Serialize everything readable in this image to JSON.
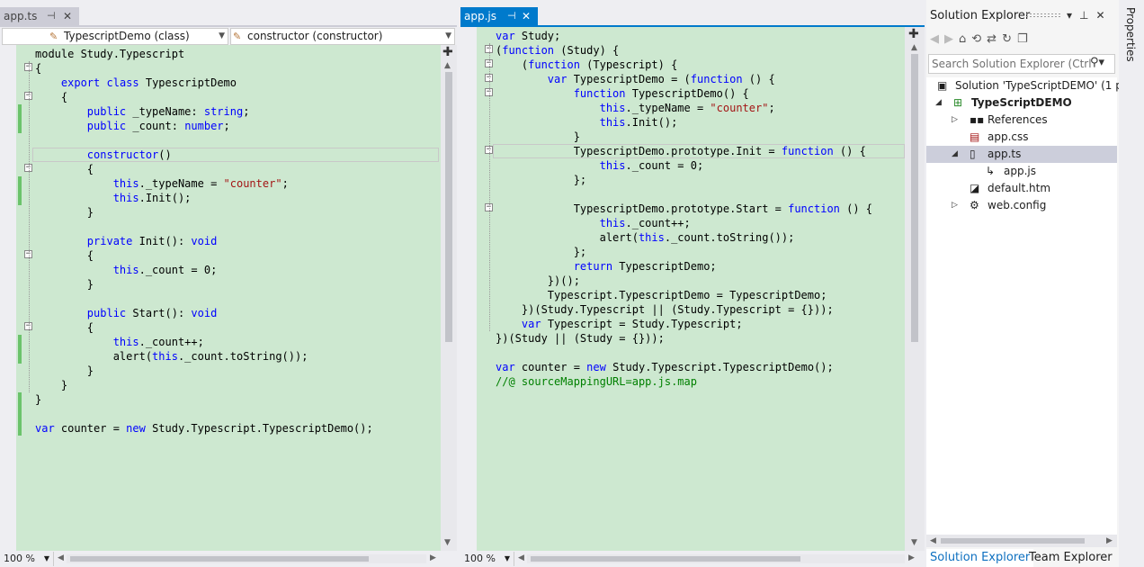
{
  "left_pane": {
    "tab": {
      "label": "app.ts",
      "pin_icon": "pin-icon",
      "close_icon": "close-icon"
    },
    "nav": {
      "type_dropdown": "TypescriptDemo (class)",
      "member_dropdown": "constructor (constructor)"
    },
    "zoom": "100 %",
    "code_lines": [
      [
        {
          "t": "module Study.Typescript",
          "c": ""
        }
      ],
      [
        {
          "t": "{",
          "c": ""
        }
      ],
      [
        {
          "t": "    ",
          "c": ""
        },
        {
          "t": "export",
          "c": "kw"
        },
        {
          "t": " ",
          "c": ""
        },
        {
          "t": "class",
          "c": "kw"
        },
        {
          "t": " TypescriptDemo",
          "c": ""
        }
      ],
      [
        {
          "t": "    {",
          "c": ""
        }
      ],
      [
        {
          "t": "        ",
          "c": ""
        },
        {
          "t": "public",
          "c": "kw"
        },
        {
          "t": " _typeName: ",
          "c": ""
        },
        {
          "t": "string",
          "c": "kw"
        },
        {
          "t": ";",
          "c": ""
        }
      ],
      [
        {
          "t": "        ",
          "c": ""
        },
        {
          "t": "public",
          "c": "kw"
        },
        {
          "t": " _count: ",
          "c": ""
        },
        {
          "t": "number",
          "c": "kw"
        },
        {
          "t": ";",
          "c": ""
        }
      ],
      [],
      [
        {
          "t": "        ",
          "c": ""
        },
        {
          "t": "constructor",
          "c": "kw"
        },
        {
          "t": "()",
          "c": ""
        }
      ],
      [
        {
          "t": "        {",
          "c": ""
        }
      ],
      [
        {
          "t": "            ",
          "c": ""
        },
        {
          "t": "this",
          "c": "kw"
        },
        {
          "t": "._typeName = ",
          "c": ""
        },
        {
          "t": "\"counter\"",
          "c": "str"
        },
        {
          "t": ";",
          "c": ""
        }
      ],
      [
        {
          "t": "            ",
          "c": ""
        },
        {
          "t": "this",
          "c": "kw"
        },
        {
          "t": ".Init();",
          "c": ""
        }
      ],
      [
        {
          "t": "        }",
          "c": ""
        }
      ],
      [],
      [
        {
          "t": "        ",
          "c": ""
        },
        {
          "t": "private",
          "c": "kw"
        },
        {
          "t": " Init(): ",
          "c": ""
        },
        {
          "t": "void",
          "c": "kw"
        }
      ],
      [
        {
          "t": "        {",
          "c": ""
        }
      ],
      [
        {
          "t": "            ",
          "c": ""
        },
        {
          "t": "this",
          "c": "kw"
        },
        {
          "t": "._count = 0;",
          "c": ""
        }
      ],
      [
        {
          "t": "        }",
          "c": ""
        }
      ],
      [],
      [
        {
          "t": "        ",
          "c": ""
        },
        {
          "t": "public",
          "c": "kw"
        },
        {
          "t": " Start(): ",
          "c": ""
        },
        {
          "t": "void",
          "c": "kw"
        }
      ],
      [
        {
          "t": "        {",
          "c": ""
        }
      ],
      [
        {
          "t": "            ",
          "c": ""
        },
        {
          "t": "this",
          "c": "kw"
        },
        {
          "t": "._count++;",
          "c": ""
        }
      ],
      [
        {
          "t": "            alert(",
          "c": ""
        },
        {
          "t": "this",
          "c": "kw"
        },
        {
          "t": "._count.toString());",
          "c": ""
        }
      ],
      [
        {
          "t": "        }",
          "c": ""
        }
      ],
      [
        {
          "t": "    }",
          "c": ""
        }
      ],
      [
        {
          "t": "}",
          "c": ""
        }
      ],
      [],
      [
        {
          "t": "var",
          "c": "kw"
        },
        {
          "t": " counter = ",
          "c": ""
        },
        {
          "t": "new",
          "c": "kw"
        },
        {
          "t": " Study.Typescript.TypescriptDemo();",
          "c": ""
        }
      ]
    ]
  },
  "middle_pane": {
    "tab": {
      "label": "app.js",
      "pin_icon": "pin-icon",
      "close_icon": "close-icon"
    },
    "zoom": "100 %",
    "code_lines": [
      [
        {
          "t": "var",
          "c": "kw"
        },
        {
          "t": " Study;",
          "c": ""
        }
      ],
      [
        {
          "t": "(",
          "c": ""
        },
        {
          "t": "function",
          "c": "kw"
        },
        {
          "t": " (Study) {",
          "c": ""
        }
      ],
      [
        {
          "t": "    (",
          "c": ""
        },
        {
          "t": "function",
          "c": "kw"
        },
        {
          "t": " (Typescript) {",
          "c": ""
        }
      ],
      [
        {
          "t": "        ",
          "c": ""
        },
        {
          "t": "var",
          "c": "kw"
        },
        {
          "t": " TypescriptDemo = (",
          "c": ""
        },
        {
          "t": "function",
          "c": "kw"
        },
        {
          "t": " () {",
          "c": ""
        }
      ],
      [
        {
          "t": "            ",
          "c": ""
        },
        {
          "t": "function",
          "c": "kw"
        },
        {
          "t": " TypescriptDemo() {",
          "c": ""
        }
      ],
      [
        {
          "t": "                ",
          "c": ""
        },
        {
          "t": "this",
          "c": "kw"
        },
        {
          "t": "._typeName = ",
          "c": ""
        },
        {
          "t": "\"counter\"",
          "c": "str"
        },
        {
          "t": ";",
          "c": ""
        }
      ],
      [
        {
          "t": "                ",
          "c": ""
        },
        {
          "t": "this",
          "c": "kw"
        },
        {
          "t": ".Init();",
          "c": ""
        }
      ],
      [
        {
          "t": "            }",
          "c": ""
        }
      ],
      [
        {
          "t": "            TypescriptDemo.prototype.Init = ",
          "c": ""
        },
        {
          "t": "function",
          "c": "kw"
        },
        {
          "t": " () {",
          "c": ""
        }
      ],
      [
        {
          "t": "                ",
          "c": ""
        },
        {
          "t": "this",
          "c": "kw"
        },
        {
          "t": "._count = 0;",
          "c": ""
        }
      ],
      [
        {
          "t": "            };",
          "c": ""
        }
      ],
      [],
      [
        {
          "t": "            TypescriptDemo.prototype.Start = ",
          "c": ""
        },
        {
          "t": "function",
          "c": "kw"
        },
        {
          "t": " () {",
          "c": ""
        }
      ],
      [
        {
          "t": "                ",
          "c": ""
        },
        {
          "t": "this",
          "c": "kw"
        },
        {
          "t": "._count++;",
          "c": ""
        }
      ],
      [
        {
          "t": "                alert(",
          "c": ""
        },
        {
          "t": "this",
          "c": "kw"
        },
        {
          "t": "._count.toString());",
          "c": ""
        }
      ],
      [
        {
          "t": "            };",
          "c": ""
        }
      ],
      [
        {
          "t": "            ",
          "c": ""
        },
        {
          "t": "return",
          "c": "kw"
        },
        {
          "t": " TypescriptDemo;",
          "c": ""
        }
      ],
      [
        {
          "t": "        })();",
          "c": ""
        }
      ],
      [
        {
          "t": "        Typescript.TypescriptDemo = TypescriptDemo;",
          "c": ""
        }
      ],
      [
        {
          "t": "    })(Study.Typescript || (Study.Typescript = {}));",
          "c": ""
        }
      ],
      [
        {
          "t": "    ",
          "c": ""
        },
        {
          "t": "var",
          "c": "kw"
        },
        {
          "t": " Typescript = Study.Typescript;",
          "c": ""
        }
      ],
      [
        {
          "t": "})(Study || (Study = {}));",
          "c": ""
        }
      ],
      [],
      [
        {
          "t": "var",
          "c": "kw"
        },
        {
          "t": " counter = ",
          "c": ""
        },
        {
          "t": "new",
          "c": "kw"
        },
        {
          "t": " Study.Typescript.TypescriptDemo();",
          "c": ""
        }
      ],
      [
        {
          "t": "//@ sourceMappingURL=app.js.map",
          "c": "cm"
        }
      ]
    ]
  },
  "solution_explorer": {
    "title": "Solution Explorer",
    "search_placeholder": "Search Solution Explorer (Ctrl",
    "tree": [
      {
        "label": "Solution 'TypeScriptDEMO' (1 p",
        "icon": "solution-icon"
      },
      {
        "label": "TypeScriptDEMO",
        "icon": "project-icon"
      },
      {
        "label": "References",
        "icon": "references-icon"
      },
      {
        "label": "app.css",
        "icon": "css-file-icon"
      },
      {
        "label": "app.ts",
        "icon": "file-icon"
      },
      {
        "label": "app.js",
        "icon": "js-file-icon"
      },
      {
        "label": "default.htm",
        "icon": "html-file-icon"
      },
      {
        "label": "web.config",
        "icon": "config-file-icon"
      }
    ],
    "bottom_tabs": [
      "Solution Explorer",
      "Team Explorer"
    ]
  },
  "properties_label": "Properties",
  "colors": {
    "editor_bg": "#cde8d0",
    "accent": "#007acc",
    "keyword": "#0000ff",
    "string": "#a31515",
    "comment": "#008000"
  }
}
